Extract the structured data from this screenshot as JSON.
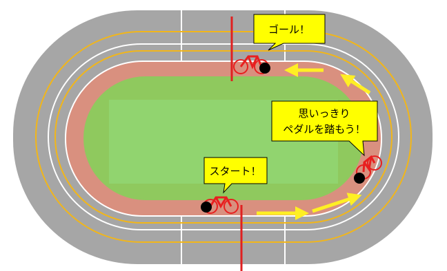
{
  "callouts": {
    "goal": "ゴール！",
    "start": "スタート！",
    "pedal_line1": "思いっきり",
    "pedal_line2": "ペダルを踏もう！"
  },
  "colors": {
    "track_gray": "#a6a6a6",
    "lane_white": "#ffffff",
    "lane_yellow": "#f2b619",
    "inner_lane": "#d9907f",
    "infield": "#8fc95e",
    "infield_inner": "#91d46f",
    "finish_line": "#e02020",
    "arrow": "#ffef24",
    "bubble_fill": "#ffff00",
    "bike_red": "#e81f1f"
  }
}
